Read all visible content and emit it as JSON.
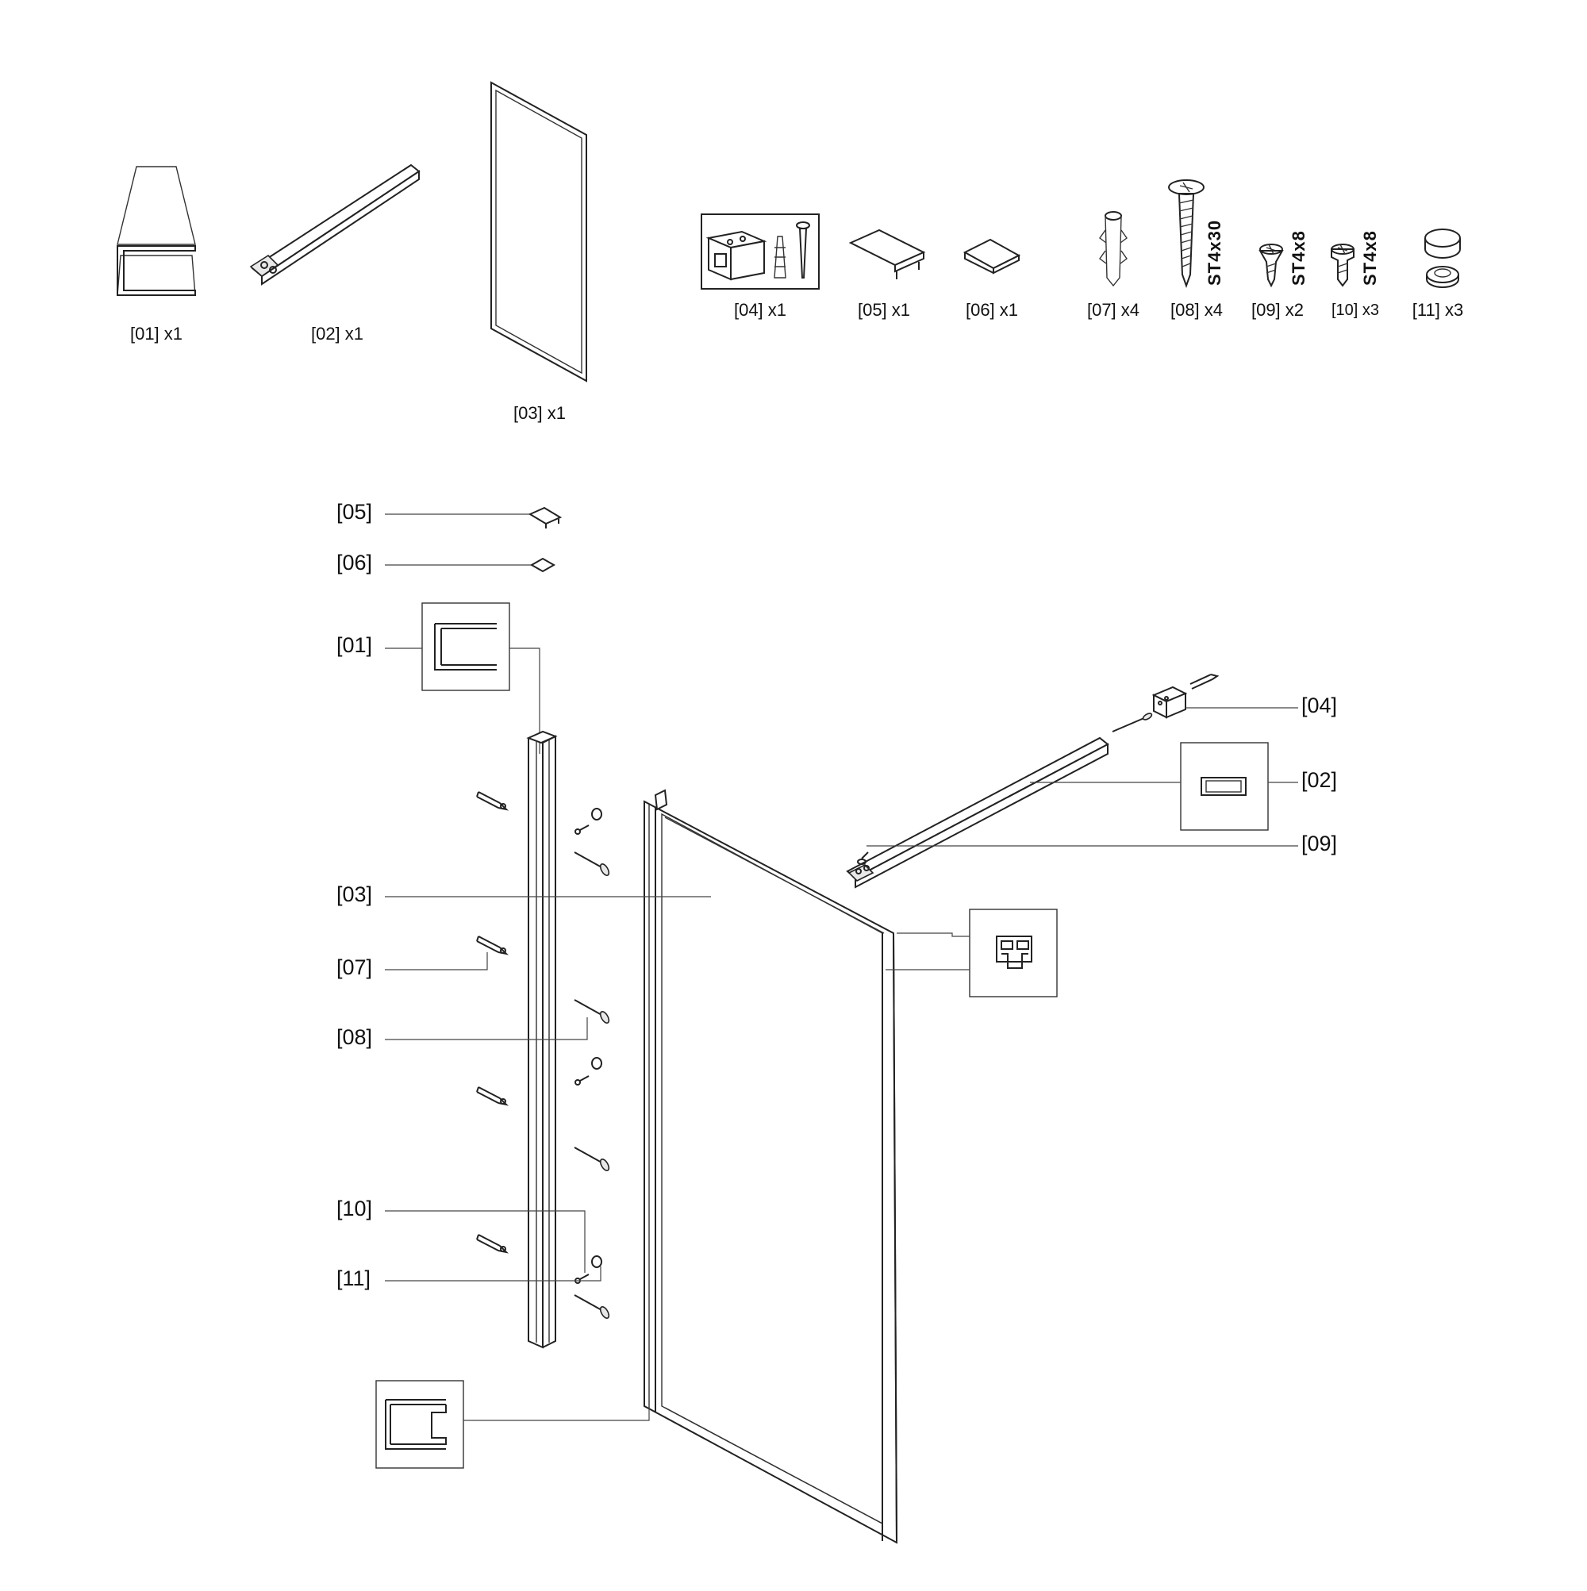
{
  "parts_list": [
    {
      "id": "01",
      "caption": "[01] x1"
    },
    {
      "id": "02",
      "caption": "[02] x1"
    },
    {
      "id": "03",
      "caption": "[03] x1"
    },
    {
      "id": "04",
      "caption": "[04] x1"
    },
    {
      "id": "05",
      "caption": "[05] x1"
    },
    {
      "id": "06",
      "caption": "[06] x1"
    },
    {
      "id": "07",
      "caption": "[07] x4"
    },
    {
      "id": "08",
      "caption": "[08] x4",
      "spec": "ST4x30"
    },
    {
      "id": "09",
      "caption": "[09] x2",
      "spec": "ST4x8"
    },
    {
      "id": "10",
      "caption": "[10] x3",
      "spec": "ST4x8"
    },
    {
      "id": "11",
      "caption": "[11] x3"
    }
  ],
  "callouts": {
    "c05": "[05]",
    "c06": "[06]",
    "c01": "[01]",
    "c03": "[03]",
    "c07": "[07]",
    "c08": "[08]",
    "c10": "[10]",
    "c11": "[11]",
    "c04": "[04]",
    "c02": "[02]",
    "c09": "[09]"
  }
}
